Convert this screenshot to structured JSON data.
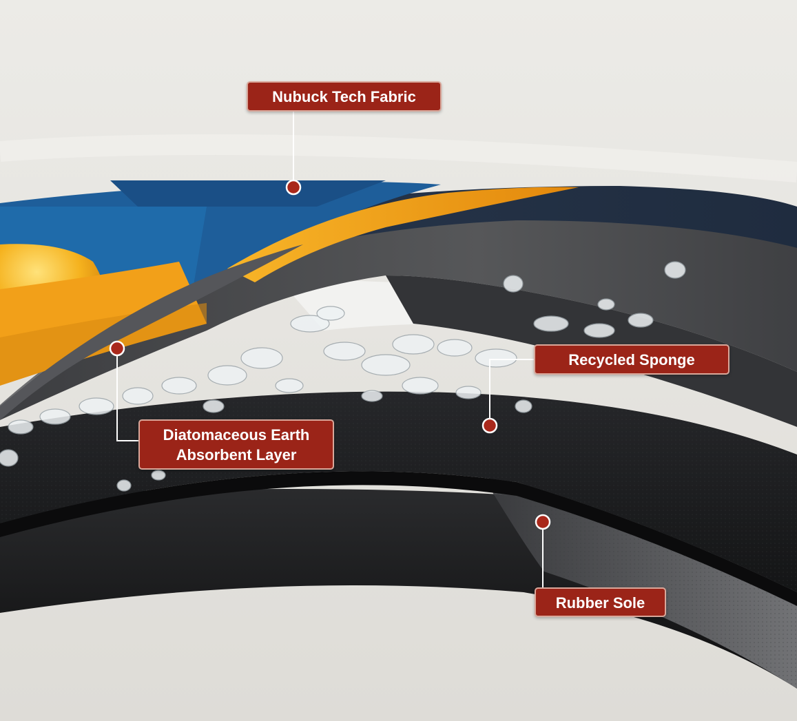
{
  "diagram": {
    "layers": [
      {
        "id": "nubuck",
        "label_lines": [
          "Nubuck Tech Fabric"
        ]
      },
      {
        "id": "sponge",
        "label_lines": [
          "Recycled Sponge"
        ]
      },
      {
        "id": "earth",
        "label_lines": [
          "Diatomaceous Earth",
          "Absorbent Layer"
        ]
      },
      {
        "id": "rubber",
        "label_lines": [
          "Rubber Sole"
        ]
      }
    ]
  },
  "colors": {
    "background": "#e6e4e0",
    "label_fill": "#9b2418",
    "label_border": "#d9a79a",
    "marker": "#a9281b",
    "fabric_blue": "#1e5e9a",
    "fabric_orange": "#f2a019",
    "sponge_gray": "#4b4c4f",
    "earth_black": "#1c1d1f",
    "sole_black": "#141415"
  }
}
